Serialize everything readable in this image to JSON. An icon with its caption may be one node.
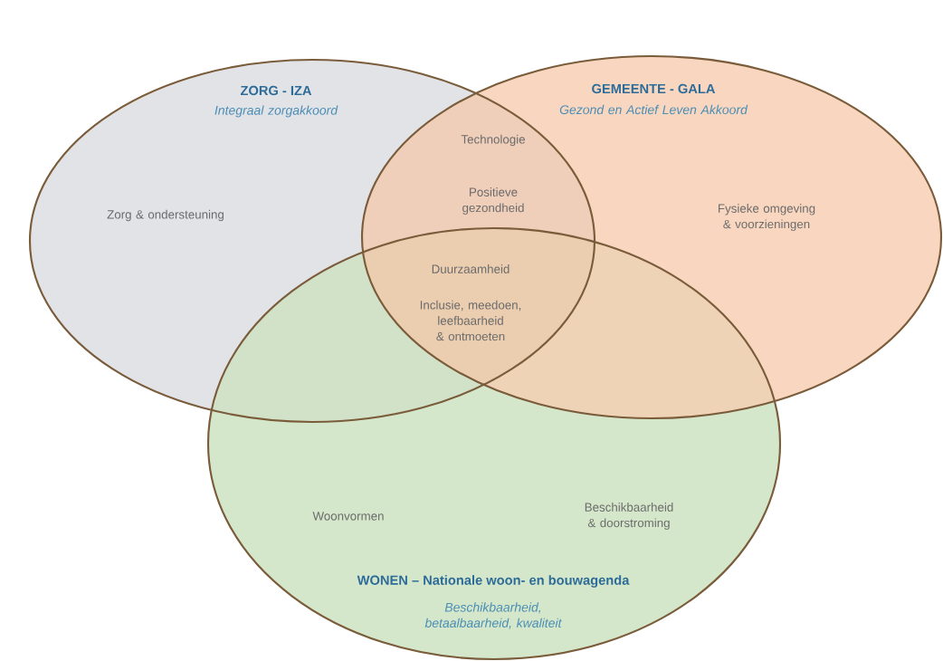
{
  "diagram": {
    "nodes": [
      {
        "text": [
          "ZORG - IZA",
          "Integraal zorgakkoord"
        ]
      },
      {
        "text": [
          "GEMEENTE - GALA",
          "Gezond en Actief Leven Akkoord"
        ]
      },
      {
        "text": [
          "WONEN – Nationale woon- en bouwagenda",
          "Beschikbaarheid, betaalbaarheid, kwaliteit"
        ]
      }
    ],
    "labels": [
      "Technologie",
      "Positieve gezondheid",
      "Zorg & ondersteuning",
      "Fysieke omgeving & voorzieningen",
      "Duurzaamheid",
      "Inclusie, meedoen, leefbaarheid & ontmoeten",
      "Woonvormen",
      "Beschikbaarheid & doorstroming"
    ]
  }
}
